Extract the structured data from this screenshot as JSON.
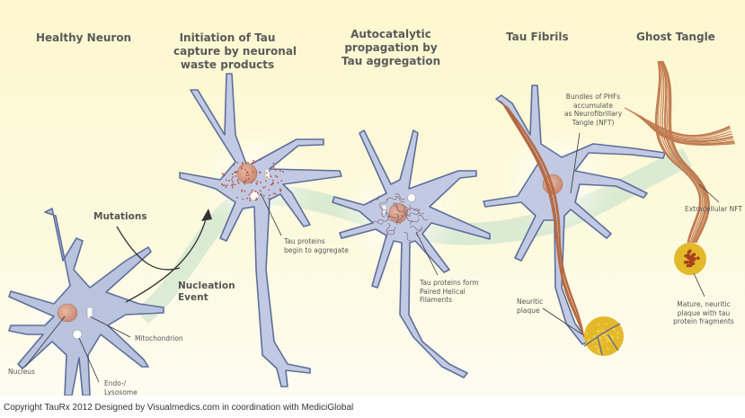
{
  "stages": [
    {
      "id": "healthy",
      "title": "Healthy Neuron"
    },
    {
      "id": "initiation",
      "title": [
        "Initiation of Tau",
        "capture by neuronal",
        "waste products"
      ]
    },
    {
      "id": "autocatalytic",
      "title": [
        "Autocatalytic",
        "propagation by",
        "Tau aggregation"
      ]
    },
    {
      "id": "fibrils",
      "title": "Tau Fibrils"
    },
    {
      "id": "ghost",
      "title": "Ghost Tangle"
    }
  ],
  "events": {
    "mutations": "Mutations",
    "nucleation": [
      "Nucleation",
      "Event"
    ]
  },
  "labels": {
    "nucleus": "Nucleus",
    "mitochondrion": "Mitochondrion",
    "endo_lysosome": [
      "Endo-/",
      "Lysosome"
    ],
    "tau_begin": [
      "Tau proteins",
      "begin to aggregate"
    ],
    "tau_phf": [
      "Tau proteins form",
      "Paired Helical",
      "Filaments"
    ],
    "bundles": [
      "Bundles of PHFs",
      "accumulate",
      "as Neurofibrillary",
      "Tangle (NFT)"
    ],
    "extracellular": "Extracellular NFT",
    "neuritic": [
      "Neuritic",
      "plaque"
    ],
    "mature": [
      "Mature, neuritic",
      "plaque with tau",
      "protein fragments"
    ]
  },
  "colors": {
    "background": "#fdf8cf",
    "neuron_fill": "#b9c3de",
    "neuron_outline": "#5d6f9b",
    "nucleus": "#d9a08a",
    "tau_dots": "#b5553f",
    "fibril": "#b5683f",
    "plaque": "#e3b92a",
    "plaque_core": "#a8401c",
    "arrow_band": "#cfe6cf",
    "title_text": "#5a5a5a"
  },
  "footer": {
    "copyright": "Copyright TauRx 2012 Designed by Visualmedics.com in coordination with MediciGlobal"
  }
}
